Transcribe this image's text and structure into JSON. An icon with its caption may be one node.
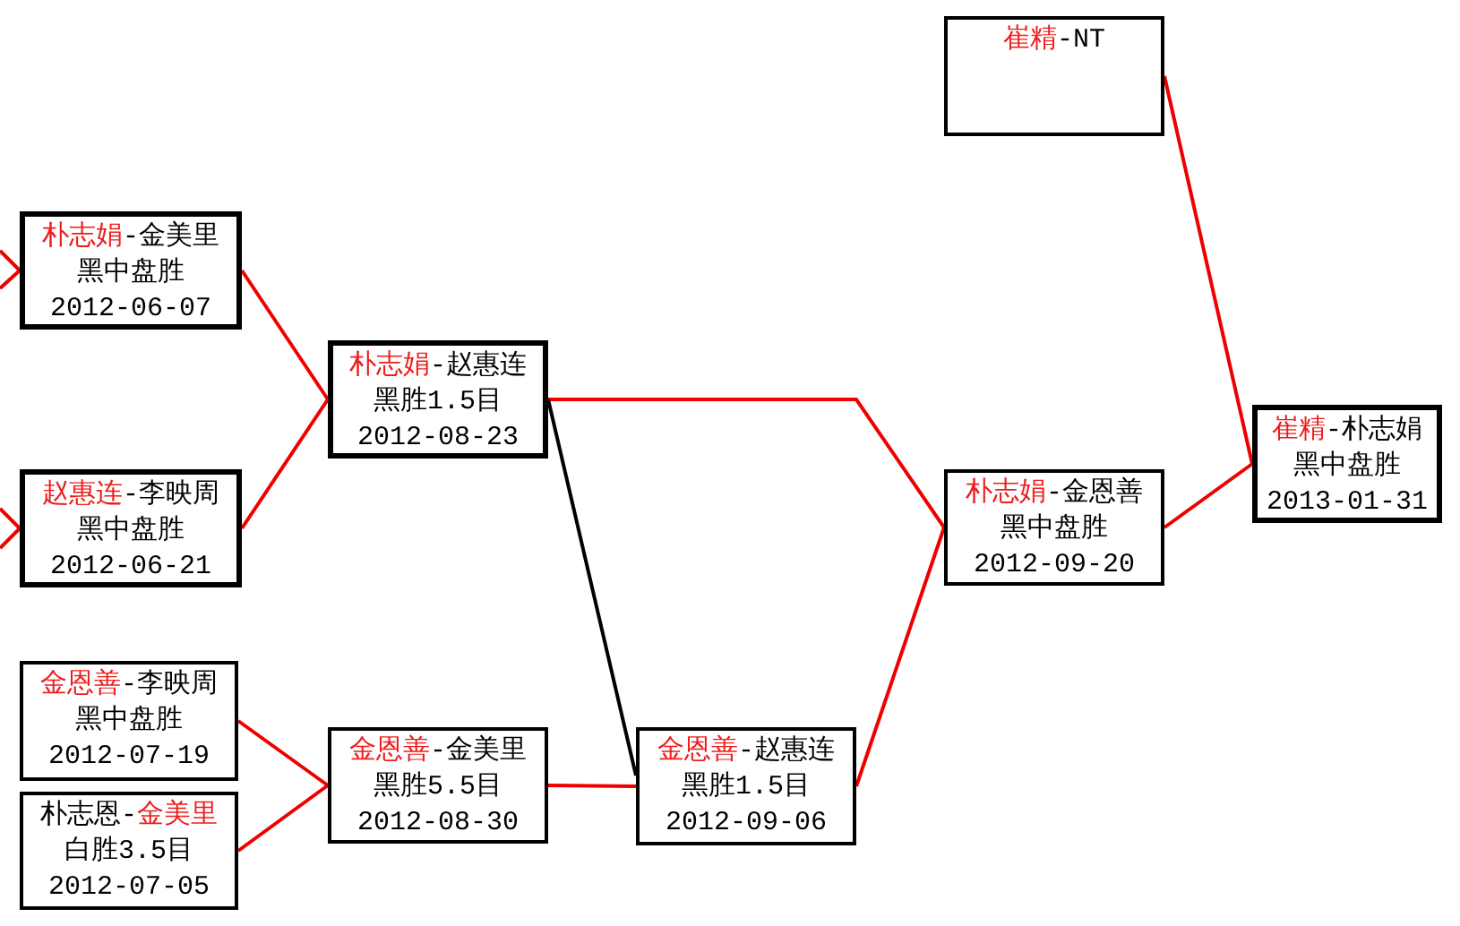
{
  "diagram": {
    "nodes": [
      {
        "text": [
          "**崔精**-NT"
        ]
      },
      {
        "text": [
          "**朴志娟**-金美里",
          "黑中盘胜",
          "2012-06-07"
        ]
      },
      {
        "text": [
          "**赵惠连**-李映周",
          "黑中盘胜",
          "2012-06-21"
        ]
      },
      {
        "text": [
          "**金恩善**-李映周",
          "黑中盘胜",
          "2012-07-19"
        ]
      },
      {
        "text": [
          "朴志恩-**金美里**",
          "白胜3.5目",
          "2012-07-05"
        ]
      },
      {
        "text": [
          "**朴志娟**-赵惠连",
          "黑胜1.5目",
          "2012-08-23"
        ]
      },
      {
        "text": [
          "**金恩善**-金美里",
          "黑胜5.5目",
          "2012-08-30"
        ]
      },
      {
        "text": [
          "**金恩善**-赵惠连",
          "黑胜1.5目",
          "2012-09-06"
        ]
      },
      {
        "text": [
          "**朴志娟**-金恩善",
          "黑中盘胜",
          "2012-09-20"
        ]
      },
      {
        "text": [
          "**崔精**-朴志娟",
          "黑中盘胜",
          "2013-01-31"
        ]
      }
    ],
    "edges": [
      {
        "from": null,
        "to": 1,
        "arrow": "none"
      },
      {
        "from": null,
        "to": 1,
        "arrow": "none"
      },
      {
        "from": null,
        "to": 2,
        "arrow": "none"
      },
      {
        "from": null,
        "to": 2,
        "arrow": "none"
      },
      {
        "from": 1,
        "to": 5,
        "arrow": "none"
      },
      {
        "from": 2,
        "to": 5,
        "arrow": "none"
      },
      {
        "from": 3,
        "to": 6,
        "arrow": "none"
      },
      {
        "from": 4,
        "to": 6,
        "arrow": "none"
      },
      {
        "from": 5,
        "to": 8,
        "arrow": "none"
      },
      {
        "from": 5,
        "to": 7,
        "arrow": "none",
        "color": "#000000"
      },
      {
        "from": 6,
        "to": 7,
        "arrow": "none"
      },
      {
        "from": 7,
        "to": 8,
        "arrow": "none"
      },
      {
        "from": 8,
        "to": 9,
        "arrow": "none"
      },
      {
        "from": 0,
        "to": 9,
        "arrow": "none"
      }
    ]
  }
}
